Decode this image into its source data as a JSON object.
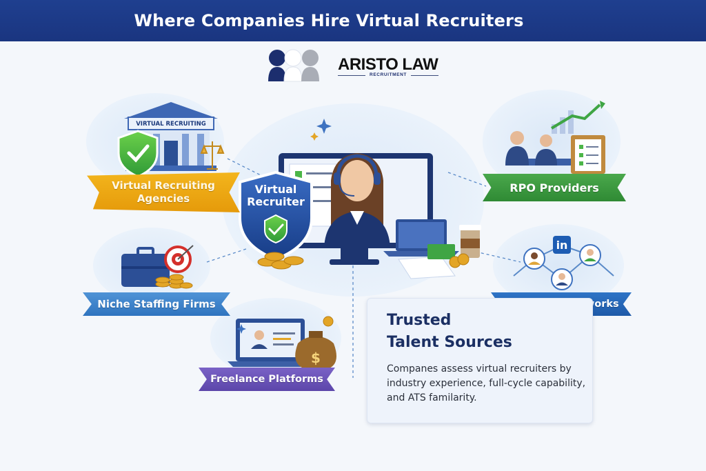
{
  "header": {
    "title": "Where Companies Hire Virtual Recruiters"
  },
  "logo": {
    "name": "ARISTO LAW",
    "subtitle": "RECRUITMENT"
  },
  "building": {
    "sign": "VIRTUAL RECRUITING"
  },
  "center": {
    "shield_line1": "Virtual",
    "shield_line2": "Recruiter"
  },
  "sources": {
    "agencies_line1": "Virtual Recruiting",
    "agencies_line2": "Agencies",
    "rpo": "RPO Providers",
    "niche": "Niche Staffing Firms",
    "networks": "Recruiting Networks",
    "freelance": "Freelance Platforms"
  },
  "card": {
    "title_line1": "Trusted",
    "title_line2": "Talent Sources",
    "body": "Companes assess virtual recruiters by industry experience, full-cycle capability, and ATS familarity."
  },
  "network_badge": "in",
  "colors": {
    "header": "#1f3f8f",
    "agencies": "#f3b51d",
    "rpo": "#3f9c43",
    "niche": "#3f84cc",
    "networks": "#2565b5",
    "freelance": "#6a54b8",
    "shield": "#1f4fa0",
    "check": "#4cb648"
  },
  "icons": [
    "building-icon",
    "check-shield-icon",
    "scales-icon",
    "briefcase-icon",
    "target-icon",
    "coins-icon",
    "laptop-icon",
    "money-bag-icon",
    "handshake-icon",
    "clipboard-icon",
    "chart-arrow-icon",
    "linkedin-icon",
    "person-icon",
    "headset-icon",
    "monitor-icon",
    "coffee-icon",
    "sparkle-icon"
  ]
}
